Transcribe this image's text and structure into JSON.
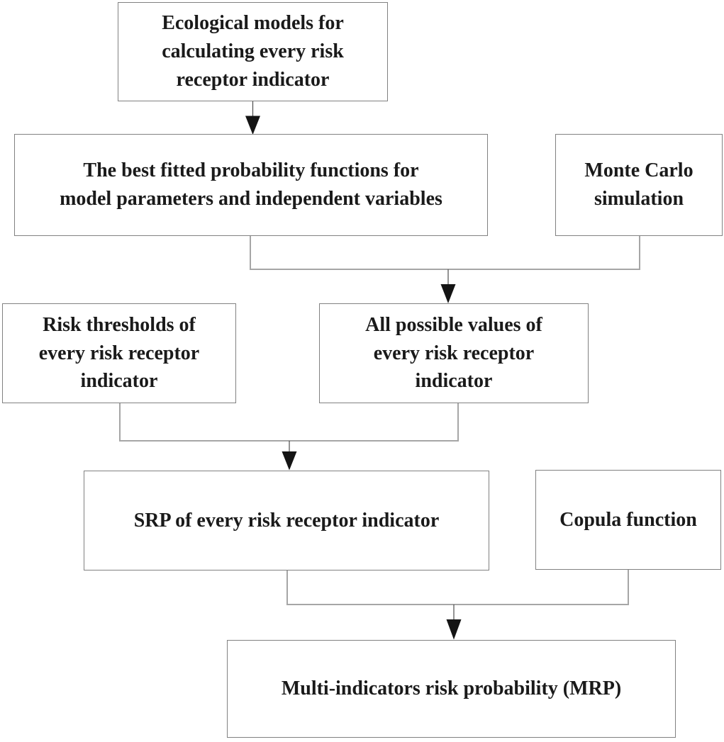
{
  "figure": {
    "type": "flowchart",
    "background_color": "#ffffff",
    "box_border_color": "#818181",
    "connector_color": "#a6a6a6",
    "arrow_color": "#141414",
    "text_color": "#1a1a1a"
  },
  "nodes": [
    {
      "id": "ecological-models",
      "label": "Ecological models for\ncalculating every risk\nreceptor indicator"
    },
    {
      "id": "fitted-probability-functions",
      "label": "The best fitted probability functions for\nmodel parameters and independent variables"
    },
    {
      "id": "monte-carlo-simulation",
      "label": "Monte Carlo\nsimulation"
    },
    {
      "id": "risk-thresholds",
      "label": "Risk thresholds of\nevery risk receptor\nindicator"
    },
    {
      "id": "all-possible-values",
      "label": "All possible values of\nevery risk receptor\nindicator"
    },
    {
      "id": "srp",
      "label": "SRP of every risk receptor indicator"
    },
    {
      "id": "copula-function",
      "label": "Copula function"
    },
    {
      "id": "mrp",
      "label": "Multi-indicators risk probability (MRP)"
    }
  ],
  "edges": [
    {
      "from": "ecological-models",
      "to": "fitted-probability-functions"
    },
    {
      "from": "fitted-probability-functions",
      "to": "all-possible-values"
    },
    {
      "from": "monte-carlo-simulation",
      "to": "all-possible-values"
    },
    {
      "from": "risk-thresholds",
      "to": "srp"
    },
    {
      "from": "all-possible-values",
      "to": "srp"
    },
    {
      "from": "srp",
      "to": "mrp"
    },
    {
      "from": "copula-function",
      "to": "mrp"
    }
  ]
}
